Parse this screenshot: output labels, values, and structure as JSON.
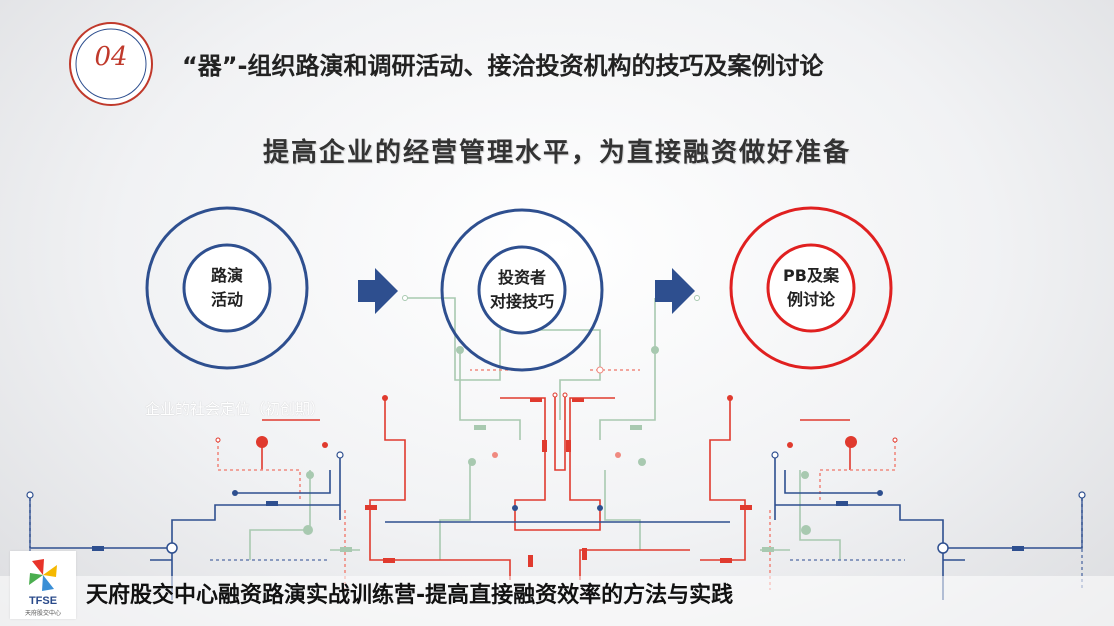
{
  "badge": {
    "number": "04"
  },
  "header": {
    "title": "“器”-组织路演和调研活动、接洽投资机构的技巧及案例讨论"
  },
  "subtitle": "提高企业的经营管理水平，为直接融资做好准备",
  "steps": [
    {
      "label_line1": "路演",
      "label_line2": "活动"
    },
    {
      "label_line1": "投资者",
      "label_line2": "对接技巧"
    },
    {
      "label_line1": "PB及案",
      "label_line2": "例讨论"
    }
  ],
  "faint_caption": "企业的社会定位（初创期）",
  "logo": {
    "name": "TFSE",
    "subtitle": "天府股交中心"
  },
  "footer": {
    "text": "天府股交中心融资路演实战训练营-提高直接融资效率的方法与实践"
  },
  "colors": {
    "navy": "#2e4f8f",
    "red": "#e02020",
    "accent_red": "#c0392b",
    "green": "#9fc4a8"
  }
}
